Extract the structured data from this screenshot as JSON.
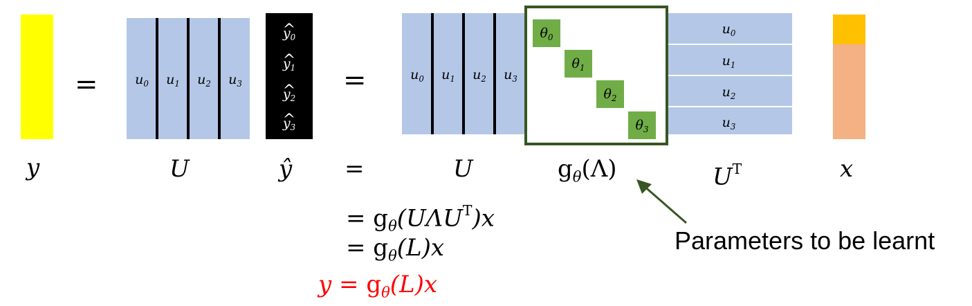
{
  "colors": {
    "y_vector": "#ffff00",
    "x_vector_top": "#ffc000",
    "x_vector_body": "#f4b183",
    "matrix_blue": "#b4c7e7",
    "yhat_black": "#000000",
    "theta_green": "#70ad47",
    "box_border": "#375623",
    "highlight_red": "#ff0000"
  },
  "top_equation": {
    "equals_1": "=",
    "equals_2": "=",
    "u_columns": [
      "u",
      "u",
      "u",
      "u"
    ],
    "u_subs": [
      "0",
      "1",
      "2",
      "3"
    ],
    "yhat_entries": [
      "y",
      "y",
      "y",
      "y"
    ],
    "yhat_subs": [
      "0",
      "1",
      "2",
      "3"
    ],
    "hat_symbol": "^",
    "theta_symbol": "θ",
    "theta_subs": [
      "0",
      "1",
      "2",
      "3"
    ],
    "ut_rows": [
      "u",
      "u",
      "u",
      "u"
    ],
    "ut_subs": [
      "0",
      "1",
      "2",
      "3"
    ]
  },
  "labels": {
    "y": "y",
    "U": "U",
    "yhat": "ŷ",
    "equals": "=",
    "U_2": "U",
    "g_theta_lambda": {
      "g": "g",
      "sub": "θ",
      "arg": "(Λ)"
    },
    "UT": {
      "base": "U",
      "sup": "T"
    },
    "x": "x"
  },
  "derivation": {
    "line1": {
      "prefix": "= ",
      "g": "g",
      "sub": "θ",
      "arg_open": "(UΛU",
      "arg_sup": "T",
      "arg_close": ")x"
    },
    "line2": {
      "prefix": "= ",
      "g": "g",
      "sub": "θ",
      "arg": "(L)x"
    },
    "line3": {
      "prefix": "y =  ",
      "g": "g",
      "sub": "θ",
      "arg": "(L)x"
    }
  },
  "annotation": {
    "text": "Parameters to be learnt"
  }
}
